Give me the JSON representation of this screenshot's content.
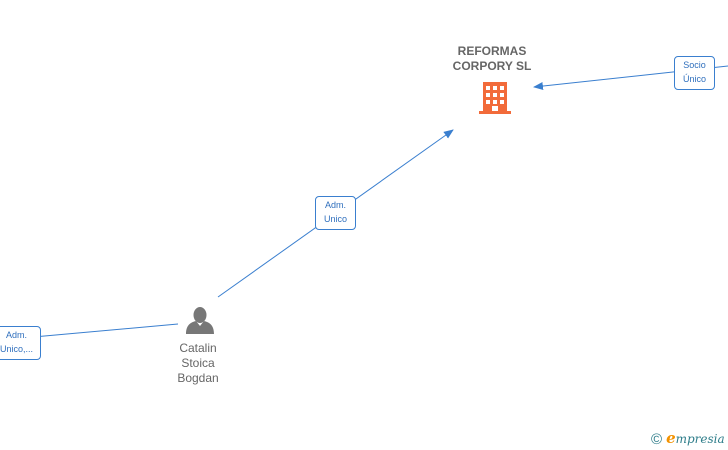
{
  "company": {
    "name_line1": "REFORMAS",
    "name_line2": "CORPORY  SL",
    "icon": "building-icon",
    "color": "#f26b3a"
  },
  "person": {
    "name_line1": "Catalin",
    "name_line2": "Stoica",
    "name_line3": "Bogdan",
    "icon": "person-icon",
    "color": "#777777"
  },
  "edges": {
    "adm_unico": {
      "line1": "Adm.",
      "line2": "Unico"
    },
    "socio_unico": {
      "line1": "Socio",
      "line2": "Único"
    },
    "adm_unico_other": {
      "line1": "Adm.",
      "line2": "Unico,..."
    }
  },
  "colors": {
    "edge": "#3a7fcf",
    "label_text": "#666666"
  },
  "brand": {
    "copyright": "©",
    "e": "e",
    "rest": "mpresia"
  }
}
